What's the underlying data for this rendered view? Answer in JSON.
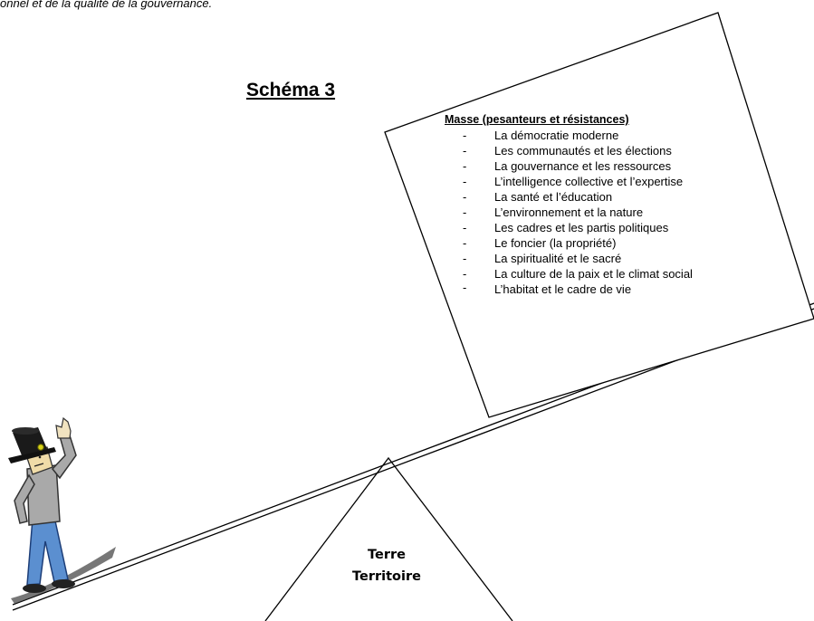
{
  "intro_fragment": "onnel et de la qualité de la gouvernance.",
  "schema_title": "Schéma 3",
  "mass_box": {
    "heading": "Masse (pesanteurs et résistances)",
    "bullet": "-",
    "items": [
      "La démocratie moderne",
      "Les communautés et les élections",
      "La gouvernance  et les ressources",
      "L’intelligence collective et l’expertise",
      "La santé et l’éducation",
      "L’environnement et la nature",
      "Les cadres et les partis politiques",
      "Le foncier (la propriété)",
      "La spiritualité et le sacré",
      "La culture de la paix et le climat social",
      "L’habitat et le cadre de vie"
    ]
  },
  "fulcrum": {
    "line1": "Terre",
    "line2": "Territoire"
  }
}
